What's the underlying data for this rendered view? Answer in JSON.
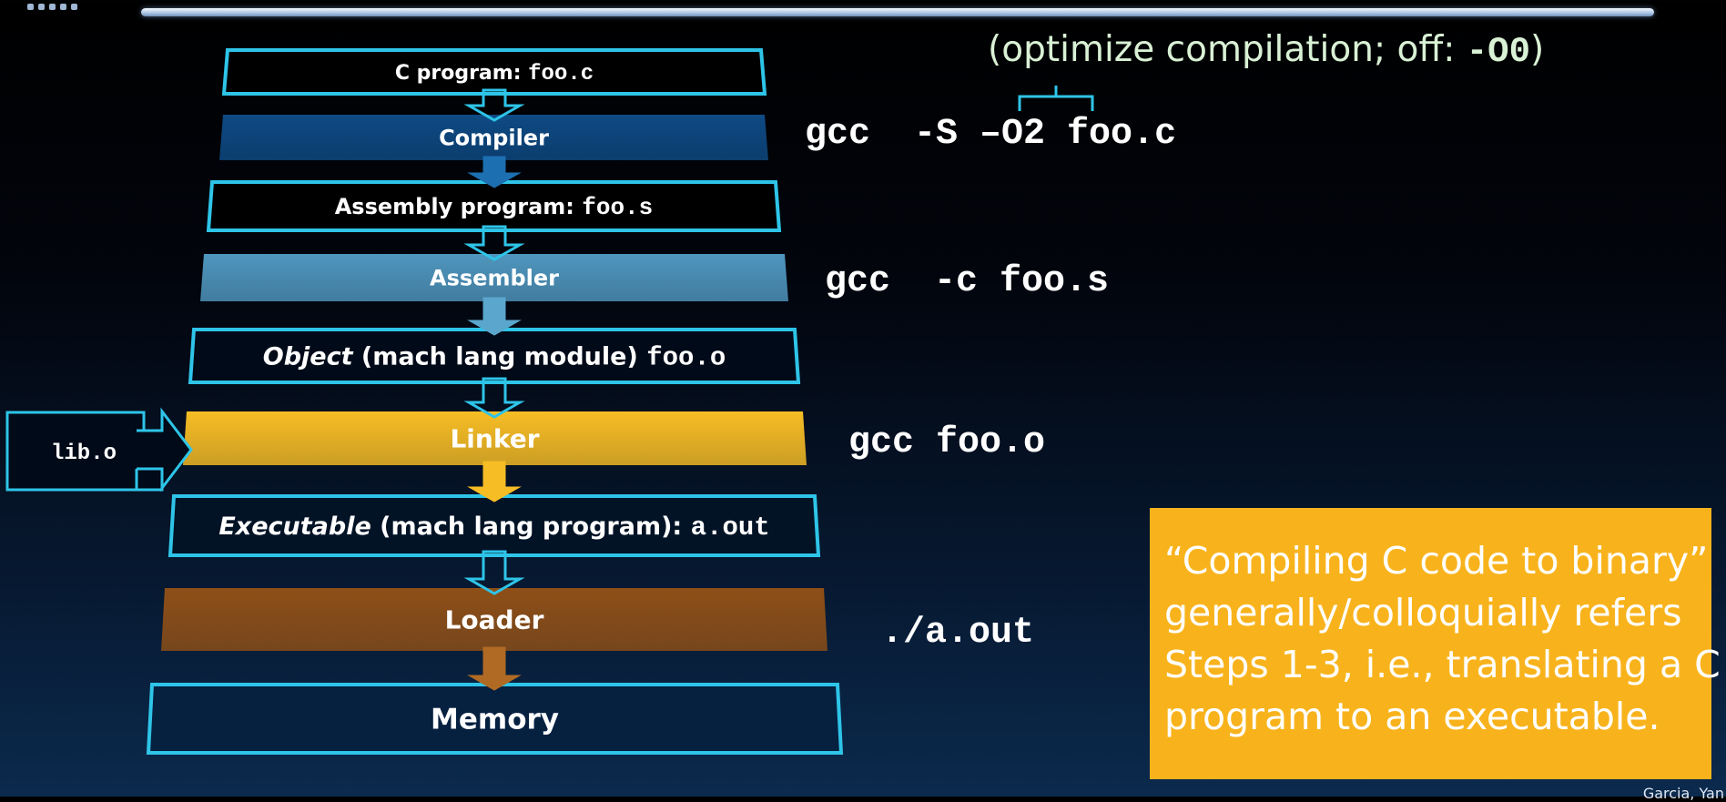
{
  "header": {
    "decor": "dots-and-bar"
  },
  "stages": [
    {
      "id": "c-program",
      "parts": [
        {
          "t": "C program: ",
          "mono": false
        },
        {
          "t": "foo.c",
          "mono": true
        }
      ],
      "type": "outline",
      "fill": "#000000",
      "stroke": "#2ec4e8"
    },
    {
      "id": "compiler",
      "parts": [
        {
          "t": "Compiler",
          "mono": false
        }
      ],
      "type": "process",
      "fill": "#0e4a84",
      "stroke": "#0e4a84"
    },
    {
      "id": "assembly-program",
      "parts": [
        {
          "t": "Assembly program: ",
          "mono": false
        },
        {
          "t": "foo.s",
          "mono": true
        }
      ],
      "type": "outline",
      "fill": "#000000",
      "stroke": "#2ec4e8"
    },
    {
      "id": "assembler",
      "parts": [
        {
          "t": "Assembler",
          "mono": false
        }
      ],
      "type": "process",
      "fill": "#4f96be",
      "stroke": "#4f96be"
    },
    {
      "id": "object",
      "parts": [
        {
          "t": "Object",
          "mono": false,
          "italic": true
        },
        {
          "t": " (mach lang module) ",
          "mono": false
        },
        {
          "t": "foo.o",
          "mono": true
        }
      ],
      "type": "outline",
      "fill": "#000a18",
      "stroke": "#2ec4e8"
    },
    {
      "id": "linker",
      "parts": [
        {
          "t": "Linker",
          "mono": false
        }
      ],
      "type": "process",
      "fill": "#f7bd24",
      "stroke": "#f7bd24"
    },
    {
      "id": "executable",
      "parts": [
        {
          "t": "Executable",
          "mono": false,
          "italic": true
        },
        {
          "t": " (mach lang program): ",
          "mono": false
        },
        {
          "t": "a.out",
          "mono": true
        }
      ],
      "type": "outline",
      "fill": "#031326",
      "stroke": "#2ec4e8"
    },
    {
      "id": "loader",
      "parts": [
        {
          "t": "Loader",
          "mono": false
        }
      ],
      "type": "process",
      "fill": "#8e4f17",
      "stroke": "#8e4f17"
    },
    {
      "id": "memory",
      "parts": [
        {
          "t": "Memory",
          "mono": false
        }
      ],
      "type": "outline",
      "fill": "#062040",
      "stroke": "#2ec4e8"
    }
  ],
  "side_input": {
    "label": "lib.o"
  },
  "commands": {
    "compile": "gcc  -S –O2 foo.c",
    "assemble": "gcc  -c foo.s",
    "link": "gcc foo.o",
    "run": "./a.out"
  },
  "optimize_note": {
    "prefix": "(optimize compilation; off: ",
    "code": "-O0",
    "suffix": ")"
  },
  "note_lines": [
    "“Compiling C code to binary”",
    "generally/colloquially refers",
    "Steps 1-3, i.e., translating a C",
    "program to an executable."
  ],
  "credit": "Garcia, Yan",
  "colors": {
    "cyan": "#2ec4e8",
    "note_bg": "#f8b31c",
    "compiler": "#0e4a84",
    "assembler": "#4f96be",
    "linker": "#f7bd24",
    "loader": "#8e4f17"
  }
}
